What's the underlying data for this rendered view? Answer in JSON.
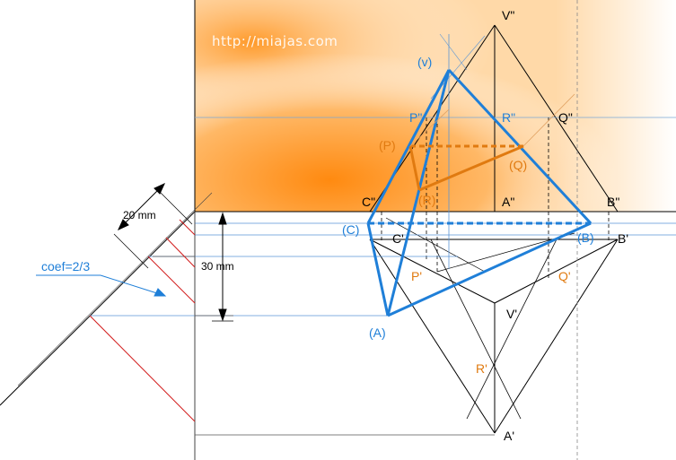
{
  "watermark": "http://miajas.com",
  "colors": {
    "black": "#000000",
    "blue": "#1f7fd8",
    "orange": "#e07a10",
    "red": "#d21c1c",
    "background_gradient": [
      "#ff8c1a",
      "#ffffff"
    ]
  },
  "labels": {
    "V2": "V\"",
    "v": "(v)",
    "P2": "P\"",
    "R2": "R\"",
    "Q2": "Q\"",
    "P": "(P)",
    "Q": "(Q)",
    "R": "(R)",
    "C2": "C\"",
    "A2": "A\"",
    "B2": "B\"",
    "C": "(C)",
    "C1": "C'",
    "B": "(B)",
    "B1": "B'",
    "P1": "P'",
    "Q1": "Q'",
    "V1": "V'",
    "A": "(A)",
    "R1": "R'",
    "A1": "A'"
  },
  "dimensions": {
    "d20": "20 mm",
    "d30": "30 mm",
    "coef": "coef=2/3"
  }
}
